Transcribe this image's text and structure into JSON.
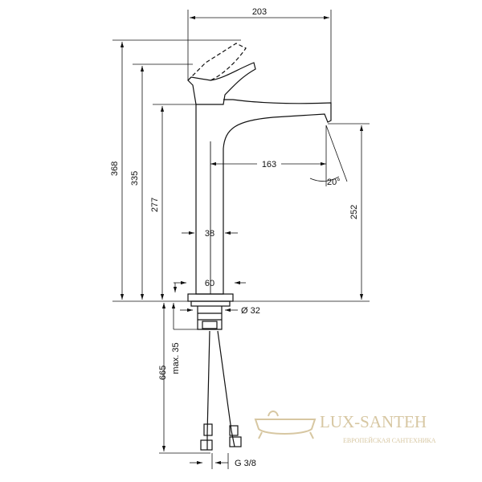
{
  "drawing": {
    "stroke_color": "#111111",
    "dims": {
      "width_total": "203",
      "spout_reach": "163",
      "spout_angle": "20°",
      "height_total": "368",
      "height_lever": "335",
      "height_body": "277",
      "spout_height": "252",
      "body_width": "38",
      "base_width": "60",
      "base_diameter": "Ø 32",
      "thickness_max": "max. 35",
      "hose_length": "665",
      "thread": "G 3/8"
    }
  },
  "watermark": {
    "brand": "LUX-SANTEH",
    "tagline": "ЕВРОПЕЙСКАЯ САНТЕХНИКА",
    "color": "#d7c7a2"
  }
}
